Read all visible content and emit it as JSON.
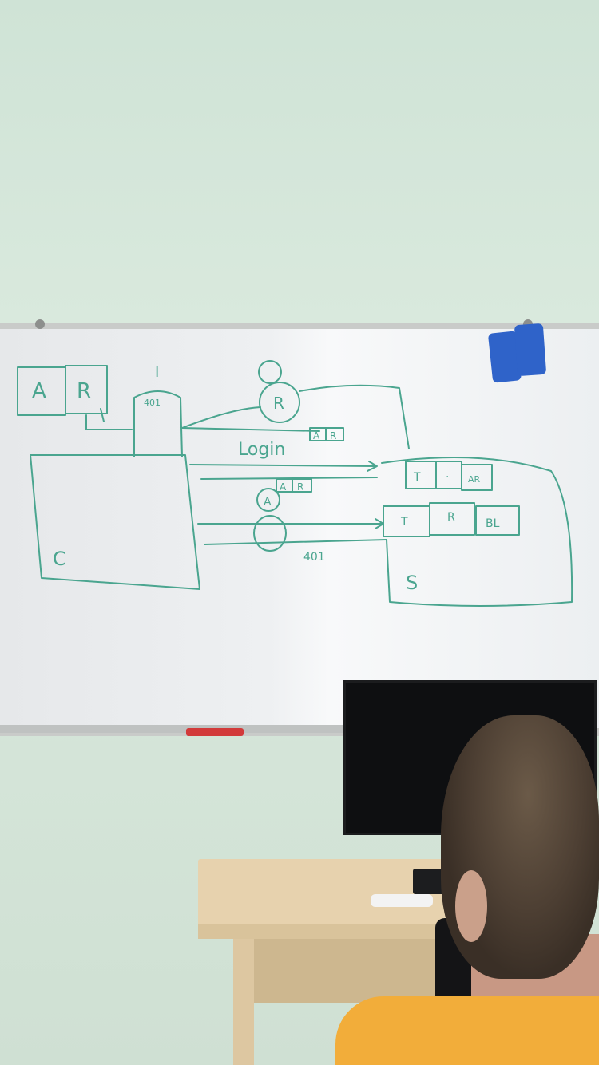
{
  "scene": {
    "wall_color": "#d4e5d9",
    "board_color": "#eff1f2",
    "ink_color": "#4aa58f"
  },
  "diagram": {
    "box_a": "A",
    "box_r": "R",
    "node_i": "I",
    "node_i_code": "401",
    "person_top": "R",
    "login_label": "Login",
    "token_a": "A",
    "token_r": "R",
    "person_bottom": "A",
    "code_bottom": "401",
    "client_label": "C",
    "server_label": "S",
    "srv_row1": [
      "T",
      "·",
      "AR"
    ],
    "srv_row2": [
      "T",
      "R",
      "BL"
    ]
  }
}
